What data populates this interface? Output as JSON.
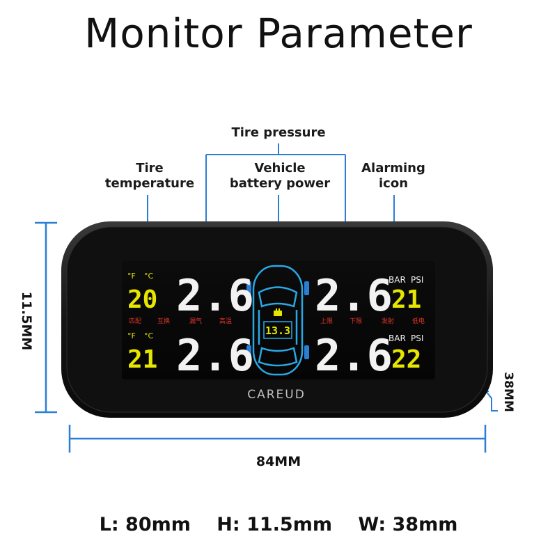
{
  "title": "Monitor Parameter",
  "callouts": {
    "tire_pressure": "Tire pressure",
    "tire_temperature": [
      "Tire",
      "temperature"
    ],
    "battery": [
      "Vehicle",
      "battery power"
    ],
    "alarm": [
      "Alarming",
      "icon"
    ]
  },
  "dimensions": {
    "height": "11.5MM",
    "length": "84MM",
    "width": "38MM"
  },
  "specs": {
    "length": "L: 80mm",
    "height": "H: 11.5mm",
    "width": "W: 38mm"
  },
  "display": {
    "brand": "CAREUD",
    "voltage": "13.3",
    "front_left": {
      "temp_units": [
        "°F",
        "°C"
      ],
      "temp": "20",
      "pressure": "2.6"
    },
    "rear_left": {
      "temp_units": [
        "°F",
        "°C"
      ],
      "temp": "21",
      "pressure": "2.6"
    },
    "front_right": {
      "pressure": "2.6",
      "pressure_units": [
        "BAR",
        "PSI"
      ],
      "temp": "21"
    },
    "rear_right": {
      "pressure": "2.6",
      "pressure_units": [
        "BAR",
        "PSI"
      ],
      "temp": "22"
    },
    "status_left": [
      "匹配",
      "互换",
      "漏气",
      "高温"
    ],
    "status_right": [
      "上限",
      "下限",
      "发射",
      "低电"
    ]
  },
  "colors": {
    "accent_line": "#2a7fd4",
    "segment_yellow": "#e6e600",
    "segment_white": "#f2f2f2",
    "status_red": "#e0352b",
    "car_outline": "#2aa8e6"
  }
}
